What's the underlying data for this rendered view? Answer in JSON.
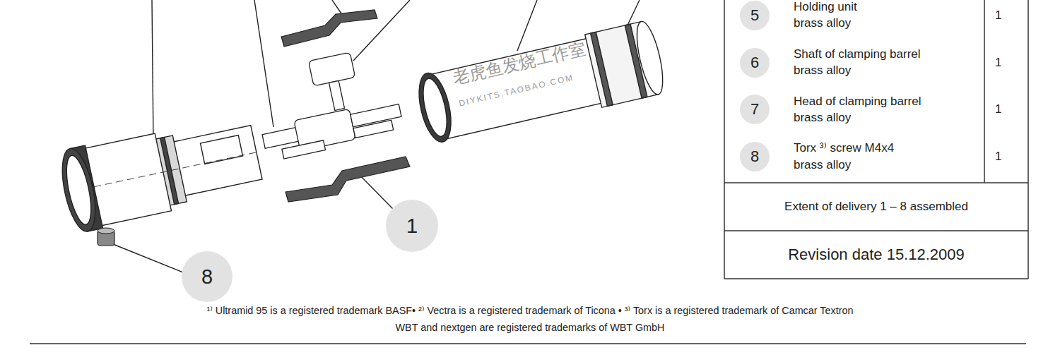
{
  "diagram": {
    "nodes": [
      {
        "text": [
          "5"
        ]
      },
      {
        "text": [
          "6"
        ]
      },
      {
        "text": [
          "7"
        ]
      },
      {
        "text": [
          "8"
        ]
      },
      {
        "text": [
          "Extent of delivery 1 – 8 assembled"
        ]
      },
      {
        "text": [
          "Revision date 15.12.2009"
        ]
      },
      {
        "text": [
          "1"
        ]
      },
      {
        "text": [
          "8"
        ]
      }
    ],
    "labels": [
      "Holding unit",
      "brass alloy",
      "1",
      "Shaft of clamping barrel",
      "brass alloy",
      "1",
      "Head of clamping barrel",
      "brass alloy",
      "1",
      "Torx ³⁾ screw M4x4",
      "brass alloy",
      "1",
      "老虎鱼发烧工作室",
      "DIYKITS.TAOBAO.COM",
      "¹⁾ Ultramid 95 is a registered trademark BASF• ²⁾ Vectra is a registered trademark of Ticona • ³⁾ Torx is a registered trademark of Camcar Textron",
      "WBT and nextgen are registered trademarks of WBT GmbH"
    ]
  }
}
